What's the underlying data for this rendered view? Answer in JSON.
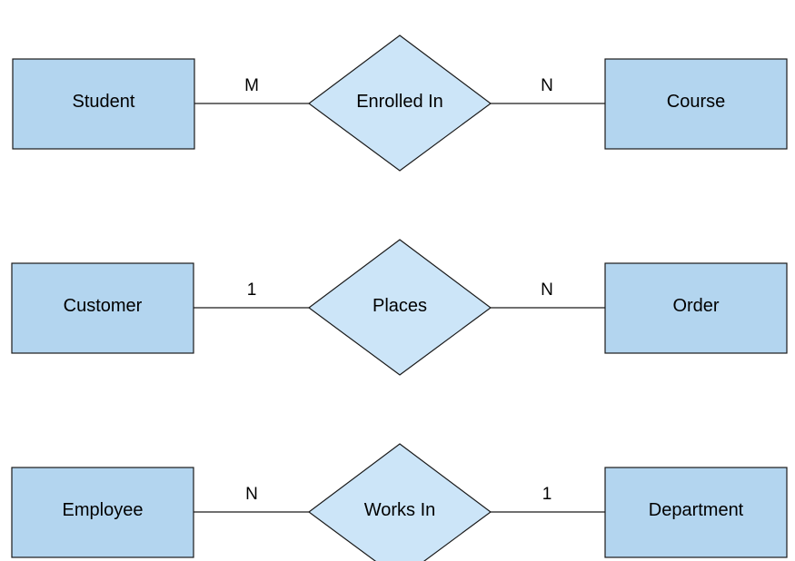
{
  "colors": {
    "entity_fill": "#b3d5ef",
    "relationship_fill": "#cce5f8",
    "stroke": "#1a1a1a"
  },
  "rows": [
    {
      "left_entity": "Student",
      "relationship": "Enrolled In",
      "right_entity": "Course",
      "left_cardinality": "M",
      "right_cardinality": "N"
    },
    {
      "left_entity": "Customer",
      "relationship": "Places",
      "right_entity": "Order",
      "left_cardinality": "1",
      "right_cardinality": "N"
    },
    {
      "left_entity": "Employee",
      "relationship": "Works In",
      "right_entity": "Department",
      "left_cardinality": "N",
      "right_cardinality": "1"
    }
  ]
}
